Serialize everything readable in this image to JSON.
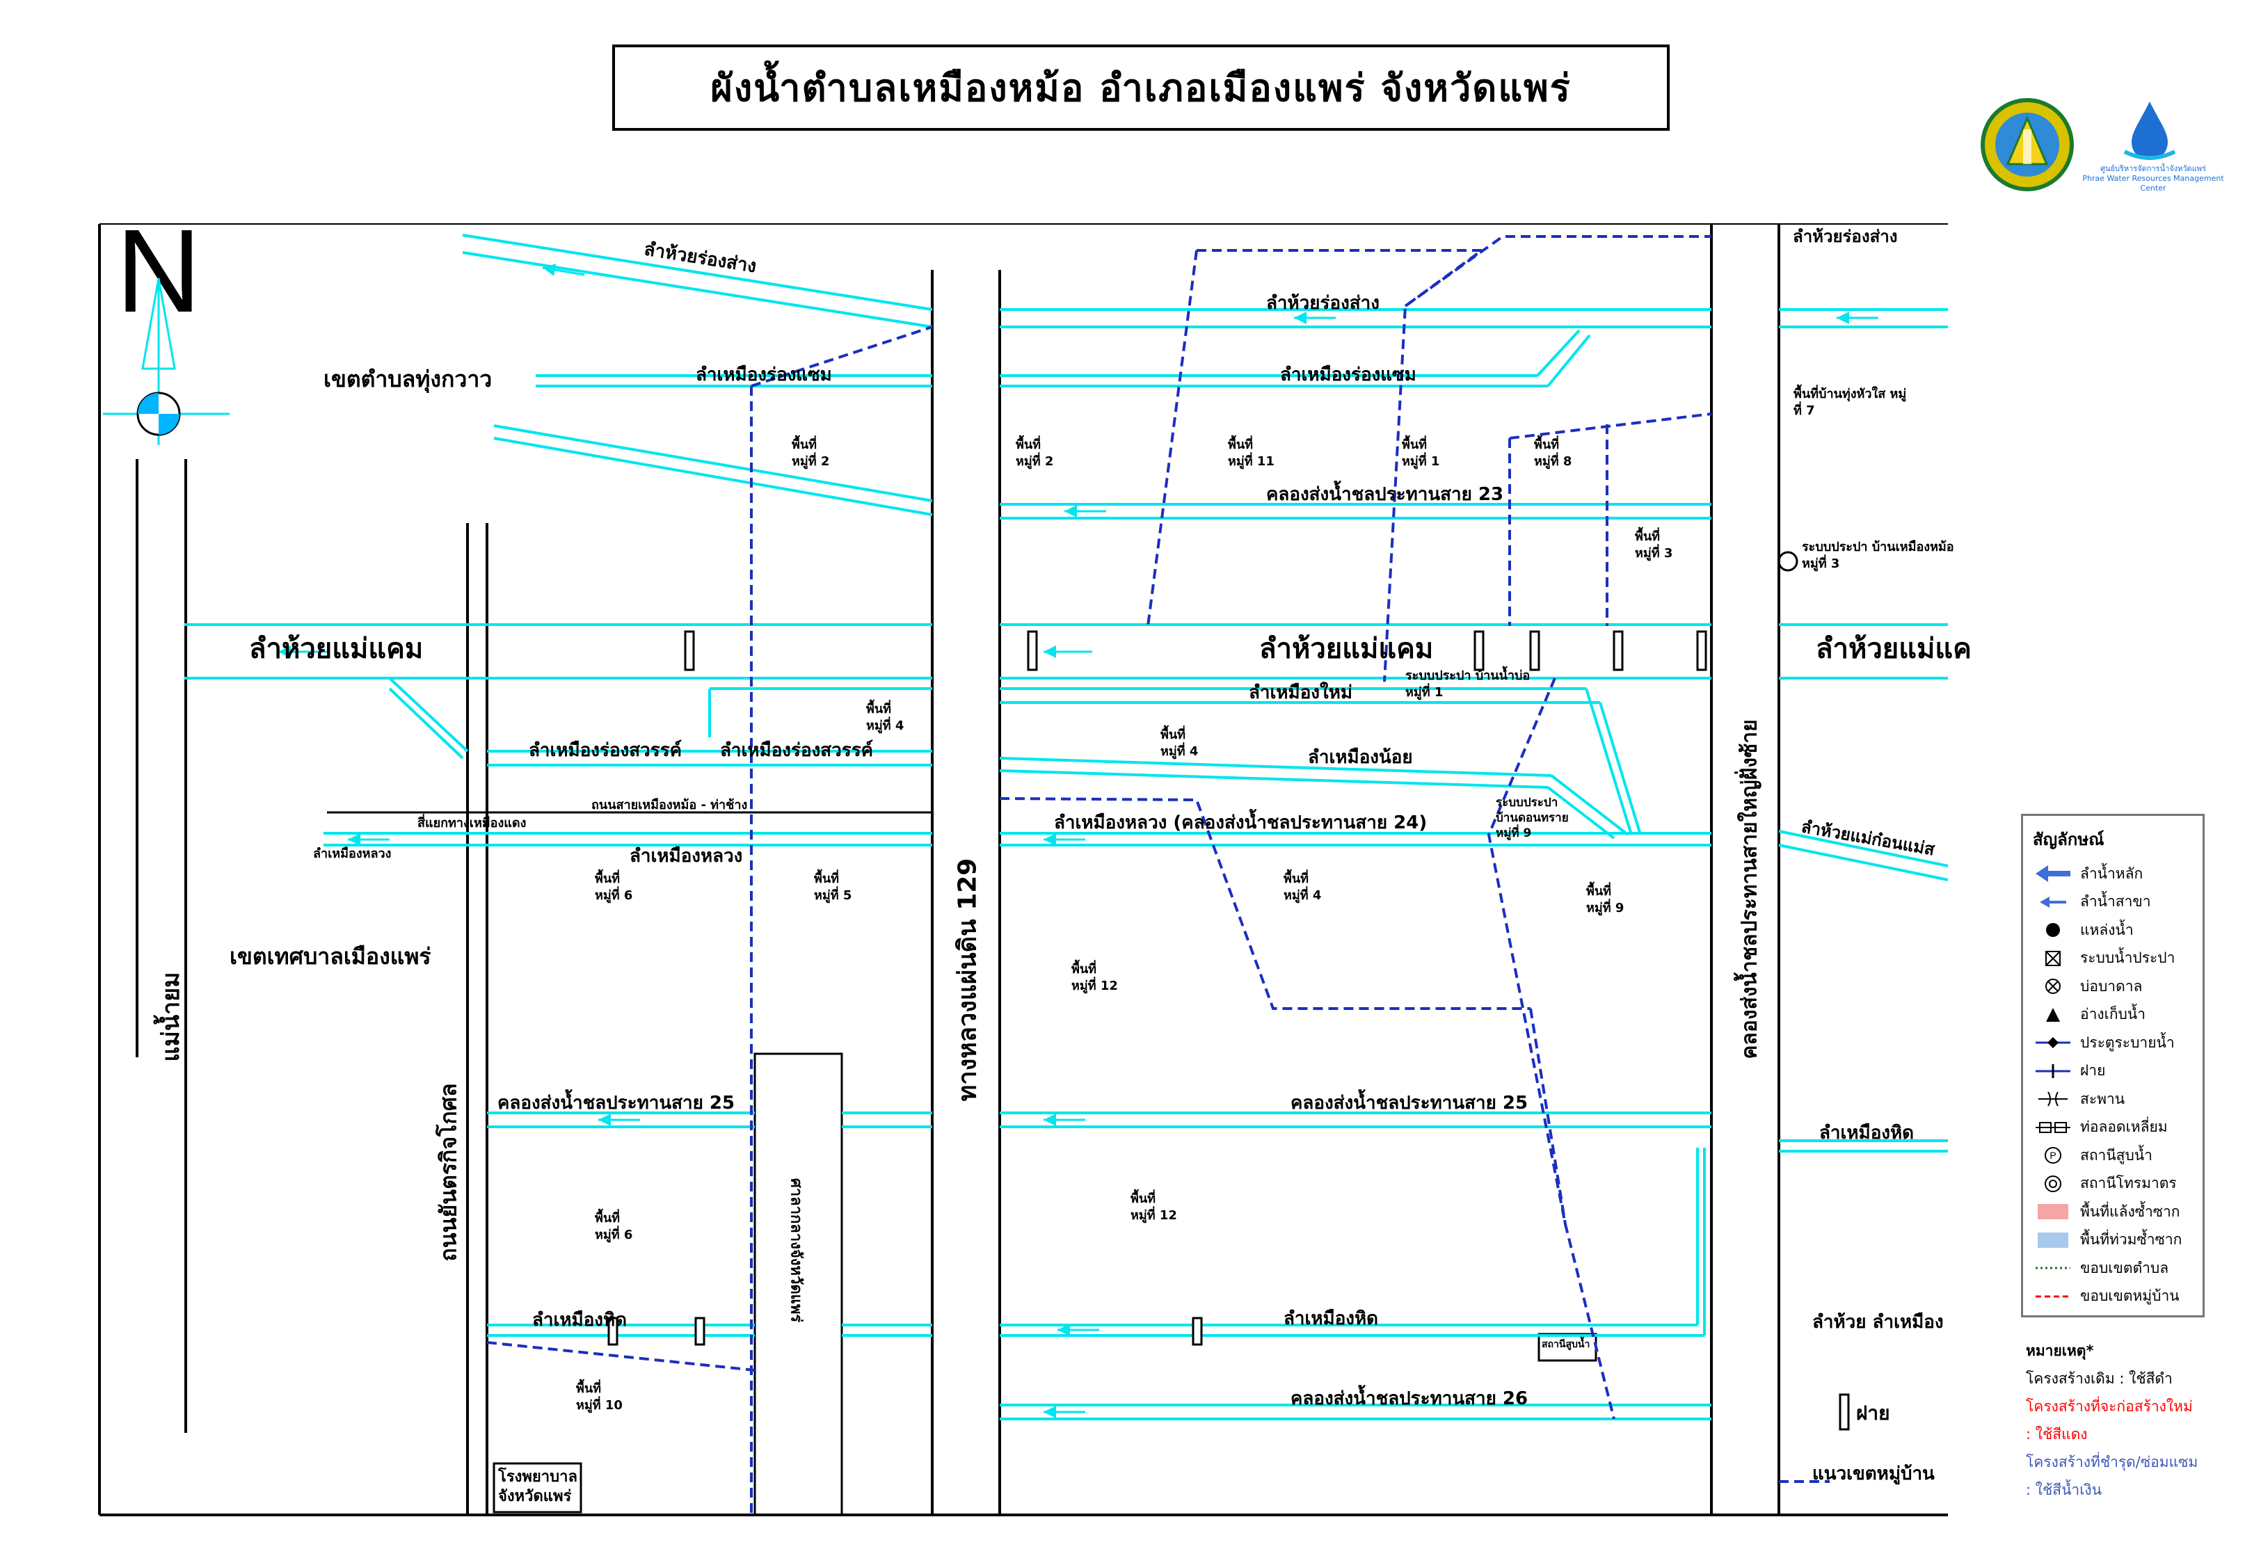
{
  "title": "ผังน้ำตำบลเหมืองหม้อ  อำเภอเมืองแพร่  จังหวัดแพร่",
  "logo_right_caption": "ศูนย์บริหารจัดการน้ำจังหวัดแพร่",
  "logo_right_caption_en": "Phrae Water Resources Management Center",
  "north_label": "N",
  "colors": {
    "water": "#00e5ee",
    "road": "#000000",
    "boundary": "#1a2fbf",
    "arrow": "#3e6fd6"
  },
  "map_labels": {
    "huai_song_sang_left": "ลำห้วยร่องส่าง",
    "huai_song_sang_right": "ลำห้วยร่องส่าง",
    "huai_song_sang_far": "ลำห้วยร่องส่าง",
    "khet_thung_kwao": "เขตตำบลทุ่งกวาว",
    "muang_song_saem_left": "ลำเหมืองร่องแซม",
    "muang_song_saem_right": "ลำเหมืองร่องแซม",
    "huai_mae_khaem_left": "ลำห้วยแม่แคม",
    "huai_mae_khaem_mid": "ลำห้วยแม่แคม",
    "huai_mae_khaem_right": "ลำห้วยแม่แค",
    "muang_mai": "ลำเหมืองใหม่",
    "muang_song_sawan_1": "ลำเหมืองร่องสวรรค์",
    "muang_song_sawan_2": "ลำเหมืองร่องสวรรค์",
    "muang_noi": "ลำเหมืองน้อย",
    "muang_luang_left": "ลำเหมืองหลวง",
    "muang_luang_far_left": "ลำเหมืองหลวง",
    "muang_luang_right": "ลำเหมืองหลวง  (คลองส่งน้ำชลประทานสาย 24)",
    "canal_23": "คลองส่งน้ำชลประทานสาย 23",
    "canal_25_left": "คลองส่งน้ำชลประทานสาย 25",
    "canal_25_right": "คลองส่งน้ำชลประทานสาย 25",
    "canal_26": "คลองส่งน้ำชลประทานสาย 26",
    "muang_hit_left": "ลำเหมืองหิด",
    "muang_hit_mid": "ลำเหมืองหิด",
    "muang_hit_right": "ลำเหมืองหิด",
    "huai_muang_far": "ลำห้วย ลำเหมือง",
    "huai_mae_kon": "ลำห้วยแม่ก๋อนแม่ส",
    "khet_thetsaban": "เขตเทศบาลเมืองแพร่",
    "mae_nam_yom": "แม่น้ำยม",
    "road_yantrakit": "ถนนยันตรกิจโกศล",
    "highway_129": "ทางหลวงแผ่นดิน 129",
    "canal_vertical_right": "คลองส่งน้ำชลประทานสายใหญ่ฝั่งซ้าย",
    "court": "ศาลากลางจังหวัดแพร่",
    "road_muang_mo": "ถนนสายเหมืองหม้อ - ท่าช้าง",
    "small_road": "สี่แยกทางเหมืองแดง",
    "hospital": "โรงพยาบาล จังหวัดแพร่",
    "area_far_7": "พื้นที่บ้านทุ่งหัวใส หมู่ที่ 7",
    "prapa_3": "ระบบประปา บ้านเหมืองหม้อ  หมู่ที่ 3",
    "prapa_1": "ระบบประปา บ้านน้ำบ่อ  หมู่ที่ 1",
    "prapa_9": "ระบบประปา บ้านดอนทราย หมู่ที่ 9",
    "pump": "สถานีสูบน้ำ",
    "far_weir": "ฝาย",
    "far_boundary": "แนวเขตหมู่บ้าน"
  },
  "villages": [
    {
      "line1": "พื้นที่",
      "line2": "หมู่ที่ 2"
    },
    {
      "line1": "พื้นที่",
      "line2": "หมู่ที่ 2"
    },
    {
      "line1": "พื้นที่",
      "line2": "หมู่ที่ 11"
    },
    {
      "line1": "พื้นที่",
      "line2": "หมู่ที่ 1"
    },
    {
      "line1": "พื้นที่",
      "line2": "หมู่ที่ 8"
    },
    {
      "line1": "พื้นที่",
      "line2": "หมู่ที่ 3"
    },
    {
      "line1": "พื้นที่",
      "line2": "หมู่ที่ 4"
    },
    {
      "line1": "พื้นที่",
      "line2": "หมู่ที่ 4"
    },
    {
      "line1": "พื้นที่",
      "line2": "หมู่ที่ 6"
    },
    {
      "line1": "พื้นที่",
      "line2": "หมู่ที่ 5"
    },
    {
      "line1": "พื้นที่",
      "line2": "หมู่ที่ 4"
    },
    {
      "line1": "พื้นที่",
      "line2": "หมู่ที่ 9"
    },
    {
      "line1": "พื้นที่",
      "line2": "หมู่ที่ 12"
    },
    {
      "line1": "พื้นที่",
      "line2": "หมู่ที่ 6"
    },
    {
      "line1": "พื้นที่",
      "line2": "หมู่ที่ 12"
    },
    {
      "line1": "พื้นที่",
      "line2": "หมู่ที่ 10"
    }
  ],
  "legend": {
    "title": "สัญลักษณ์",
    "items": [
      {
        "symbol": "arrow-main",
        "label": "ลำน้ำหลัก"
      },
      {
        "symbol": "arrow-branch",
        "label": "ลำน้ำสาขา"
      },
      {
        "symbol": "dot",
        "label": "แหล่งน้ำ"
      },
      {
        "symbol": "boxed-x",
        "label": "ระบบน้ำประปา"
      },
      {
        "symbol": "circle-x",
        "label": "บ่อบาดาล"
      },
      {
        "symbol": "triangle",
        "label": "อ่างเก็บน้ำ"
      },
      {
        "symbol": "gate",
        "label": "ประตูระบายน้ำ"
      },
      {
        "symbol": "weir",
        "label": "ฝาย"
      },
      {
        "symbol": "bridge",
        "label": "สะพาน"
      },
      {
        "symbol": "culvert",
        "label": "ท่อลอดเหลี่ยม"
      },
      {
        "symbol": "circle-p",
        "label": "สถานีสูบน้ำ"
      },
      {
        "symbol": "double-circle",
        "label": "สถานีโทรมาตร"
      },
      {
        "symbol": "swatch-red",
        "label": "พื้นที่แล้งซ้ำซาก"
      },
      {
        "symbol": "swatch-blue",
        "label": "พื้นที่ท่วมซ้ำซาก"
      },
      {
        "symbol": "dotted-green",
        "label": "ขอบเขตตำบล"
      },
      {
        "symbol": "dashed-red",
        "label": "ขอบเขตหมู่บ้าน"
      }
    ]
  },
  "notes": {
    "heading": "หมายเหตุ*",
    "line1": "โครงสร้างเดิม : ใช้สีดำ",
    "line2": "โครงสร้างที่จะก่อสร้างใหม่",
    "line3": ": ใช้สีแดง",
    "line4": "โครงสร้างที่ชำรุด/ซ่อมแซม",
    "line5": ": ใช้สีน้ำเงิน"
  }
}
